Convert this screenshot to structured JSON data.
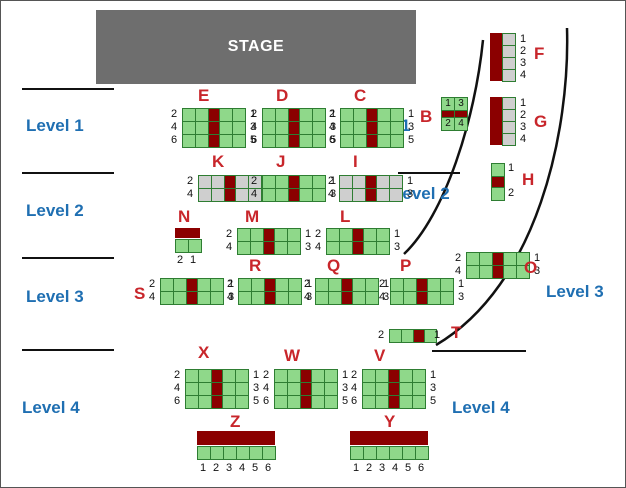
{
  "stage": "STAGE",
  "levels": {
    "left": [
      "Level 1",
      "Level 2",
      "Level 3",
      "Level 4"
    ],
    "center_level2": "Level 2",
    "right_level3": "Level 3",
    "right_level4": "Level 4",
    "level1_short": "1"
  },
  "tables": {
    "E": {
      "label": "E",
      "left": [
        "2",
        "4",
        "6"
      ],
      "right": [
        "1",
        "3",
        "5"
      ]
    },
    "D": {
      "label": "D",
      "left": [
        "2",
        "4",
        "6"
      ],
      "right": [
        "1",
        "3",
        "5"
      ]
    },
    "C": {
      "label": "C",
      "left": [
        "2",
        "4",
        "6"
      ],
      "right": [
        "1",
        "3",
        "5"
      ]
    },
    "K": {
      "label": "K",
      "left": [
        "2",
        "4"
      ],
      "right": [
        "1",
        "3"
      ]
    },
    "J": {
      "label": "J",
      "left": [
        "2",
        "4"
      ],
      "right": [
        "1",
        "3"
      ]
    },
    "I": {
      "label": "I",
      "left": [
        "2",
        "4"
      ],
      "right": [
        "1",
        "3"
      ]
    },
    "B": {
      "label": "B",
      "top": [
        "1",
        "3"
      ],
      "bottom": [
        "2",
        "4"
      ]
    },
    "F": {
      "label": "F",
      "nums": [
        "1",
        "2",
        "3",
        "4"
      ]
    },
    "G": {
      "label": "G",
      "nums": [
        "1",
        "2",
        "3",
        "4"
      ]
    },
    "H": {
      "label": "H",
      "nums": [
        "1",
        "2"
      ]
    },
    "N": {
      "label": "N",
      "nums": [
        "2",
        "1"
      ]
    },
    "M": {
      "label": "M",
      "left": [
        "2",
        "4"
      ],
      "right": [
        "1",
        "3"
      ]
    },
    "L": {
      "label": "L",
      "left": [
        "2",
        "4"
      ],
      "right": [
        "1",
        "3"
      ]
    },
    "O": {
      "label": "O",
      "left": [
        "2",
        "4"
      ],
      "right": [
        "1",
        "3"
      ]
    },
    "S": {
      "label": "S",
      "left": [
        "2",
        "4"
      ],
      "right": [
        "1",
        "3"
      ]
    },
    "R": {
      "label": "R",
      "left": [
        "2",
        "4"
      ],
      "right": [
        "1",
        "3"
      ]
    },
    "Q": {
      "label": "Q",
      "left": [
        "2",
        "4"
      ],
      "right": [
        "1",
        "3"
      ]
    },
    "P": {
      "label": "P",
      "left": [
        "2",
        "4"
      ],
      "right": [
        "1",
        "3"
      ]
    },
    "T": {
      "label": "T",
      "left": [
        "2"
      ],
      "right": [
        "1"
      ]
    },
    "X": {
      "label": "X",
      "left": [
        "2",
        "4",
        "6"
      ],
      "right": [
        "1",
        "3",
        "5"
      ]
    },
    "W": {
      "label": "W",
      "left": [
        "2",
        "4",
        "6"
      ],
      "right": [
        "1",
        "3",
        "5"
      ]
    },
    "V": {
      "label": "V",
      "left": [
        "2",
        "4",
        "6"
      ],
      "right": [
        "1",
        "3",
        "5"
      ]
    },
    "Z": {
      "label": "Z",
      "nums": [
        "1",
        "2",
        "3",
        "4",
        "5",
        "6"
      ]
    },
    "Y": {
      "label": "Y",
      "nums": [
        "1",
        "2",
        "3",
        "4",
        "5",
        "6"
      ]
    }
  },
  "colors": {
    "seat": "#8fd88a",
    "unavailable": "#cfcfcf",
    "table": "#8b0000",
    "label": "#c8262b",
    "level": "#1f6fb2"
  }
}
